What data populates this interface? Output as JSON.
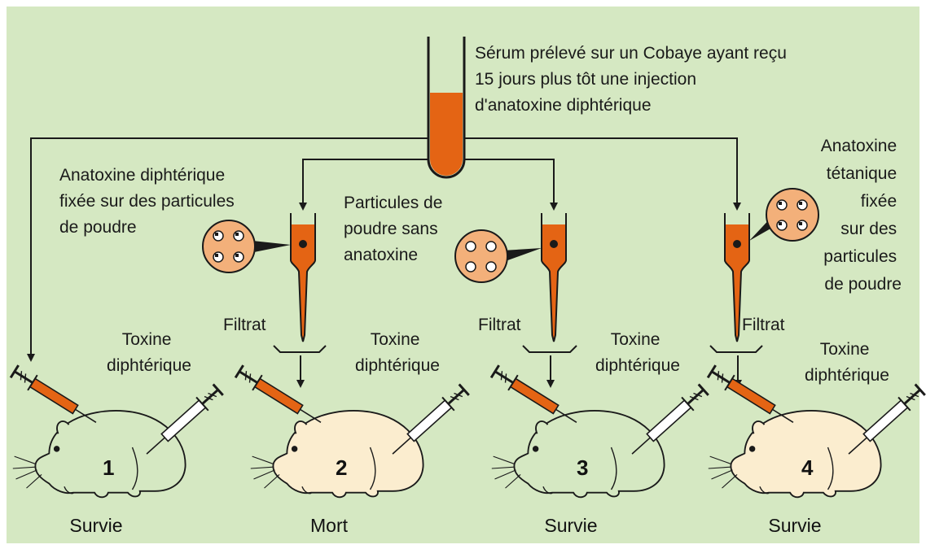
{
  "serum": {
    "line1": "Sérum prélevé sur un Cobaye ayant reçu",
    "line2": "15 jours plus tôt une injection",
    "line3": "d'anatoxine diphtérique"
  },
  "labels": {
    "col2_particles": [
      "Anatoxine diphtérique",
      "fixée sur des particules",
      "de poudre"
    ],
    "col3_particles": [
      "Particules de",
      "poudre sans",
      "anatoxine"
    ],
    "col4_particles": [
      "Anatoxine",
      "tétanique",
      "fixée",
      "sur des",
      "particules",
      "de poudre"
    ],
    "filtrat": "Filtrat",
    "toxine": [
      "Toxine",
      "diphtérique"
    ]
  },
  "animals": [
    {
      "number": "1",
      "outcome": "Survie"
    },
    {
      "number": "2",
      "outcome": "Mort"
    },
    {
      "number": "3",
      "outcome": "Survie"
    },
    {
      "number": "4",
      "outcome": "Survie"
    }
  ],
  "colors": {
    "background": "#d5e8c2",
    "serum": "#e46414",
    "line": "#1a1a1a",
    "guinea_pig_fill": "#fbedcf"
  }
}
